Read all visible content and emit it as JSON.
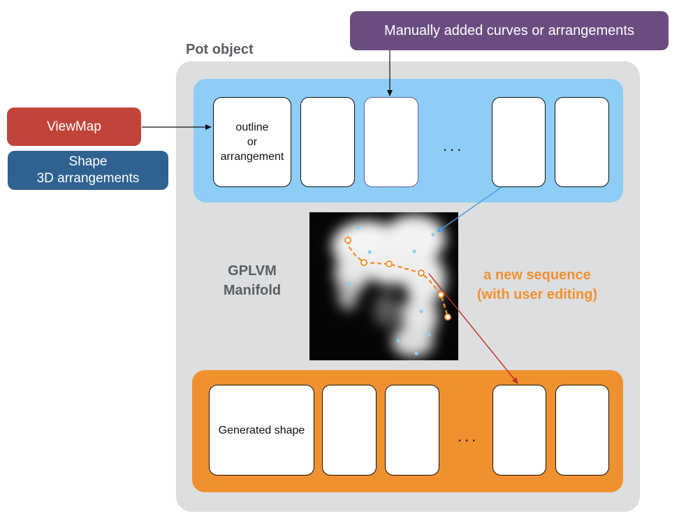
{
  "pot": {
    "title": "Pot object"
  },
  "inputs": {
    "viewmap_label": "ViewMap",
    "shape_label_line1": "Shape",
    "shape_label_line2": "3D arrangements",
    "manual_label": "Manually added curves or arrangements"
  },
  "source_row": {
    "first_card_line1": "outline",
    "first_card_line2": "or",
    "first_card_line3": "arrangement",
    "ellipsis": "..."
  },
  "manifold": {
    "label_line1": "GPLVM",
    "label_line2": "Manifold",
    "sequence_line1": "a new sequence",
    "sequence_line2": "(with user editing)"
  },
  "generated_row": {
    "first_card_label": "Generated shape",
    "ellipsis": "..."
  },
  "colors": {
    "pot_bg": "#dddee0",
    "source_band": "#8ecdf5",
    "generated_band": "#f0912f",
    "viewmap": "#c0443a",
    "shape": "#2f6290",
    "manual": "#6b4c80",
    "sequence": "#f0912f",
    "latent_dot": "#8ecdf5",
    "arrow_blue": "#4a9be0",
    "arrow_red": "#c0301f"
  }
}
